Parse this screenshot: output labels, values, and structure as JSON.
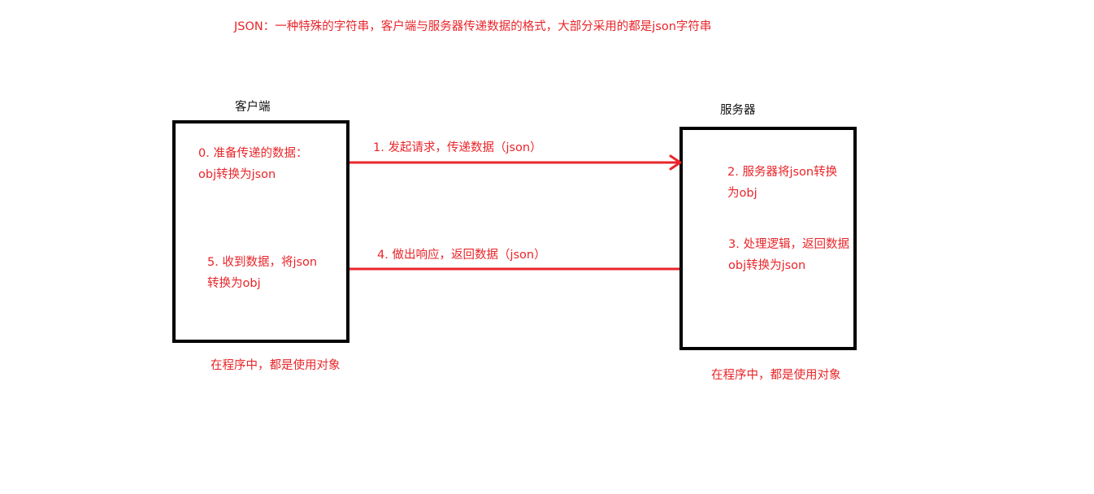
{
  "title": "JSON：一种特殊的字符串，客户端与服务器传递数据的格式，大部分采用的都是json字符串",
  "client": {
    "label": "客户端",
    "step0": [
      "0. 准备传递的数据：",
      "obj转换为json"
    ],
    "step5": [
      "5. 收到数据，将json",
      "转换为obj"
    ],
    "note": "在程序中，都是使用对象"
  },
  "server": {
    "label": "服务器",
    "step2": [
      "2. 服务器将json转换",
      "为obj"
    ],
    "step3": [
      "3. 处理逻辑，返回数据",
      "obj转换为json"
    ],
    "note": "在程序中，都是使用对象"
  },
  "arrows": {
    "request": "1. 发起请求，传递数据（json）",
    "response": "4. 做出响应，返回数据（json）"
  },
  "colors": {
    "annotation": "#e8252a",
    "box_border": "#000000",
    "label": "#111111"
  }
}
